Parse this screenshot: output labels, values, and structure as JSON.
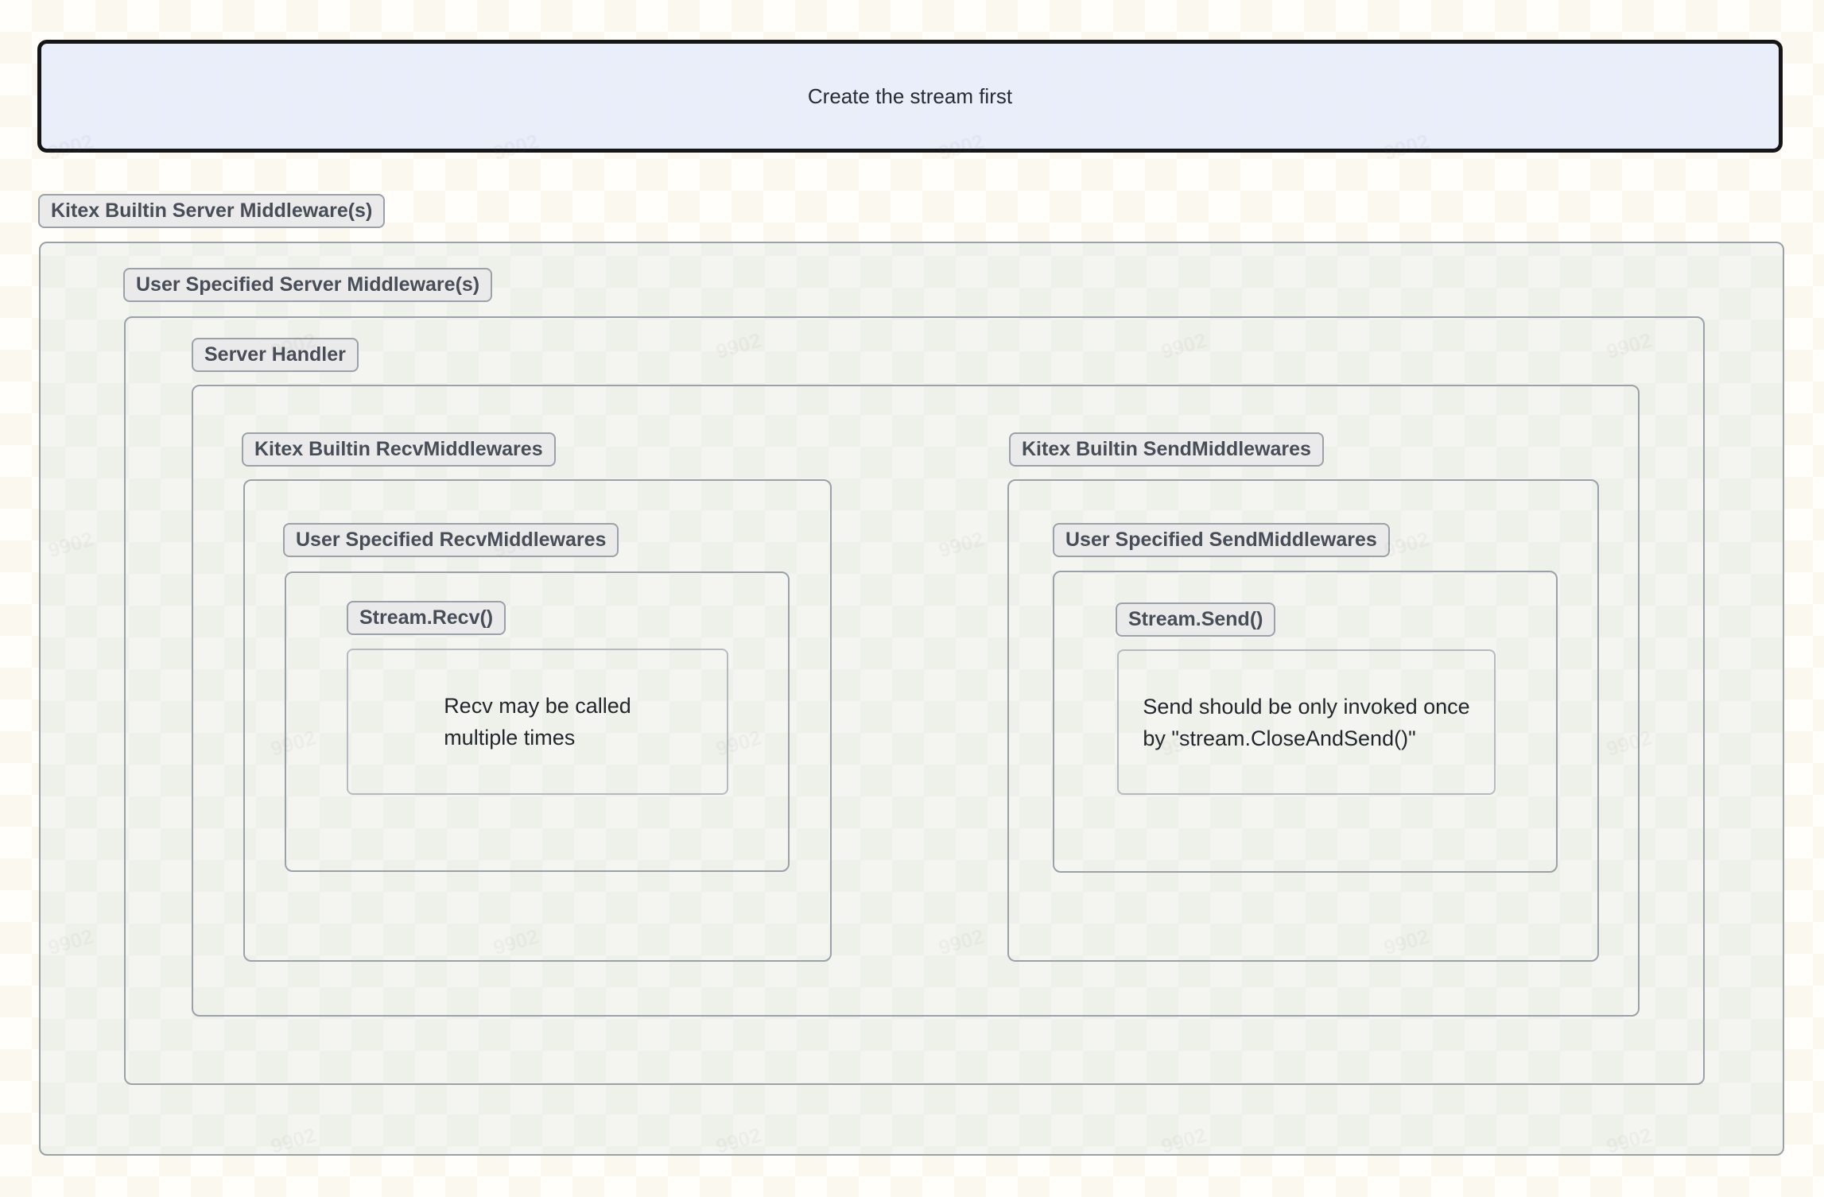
{
  "title_box": {
    "label": "Create the stream first"
  },
  "badges": {
    "kitex_server": "Kitex Builtin Server Middleware(s)",
    "user_server": "User Specified Server Middleware(s)",
    "server_handler": "Server Handler",
    "kitex_recv": "Kitex Builtin RecvMiddlewares",
    "user_recv": "User Specified RecvMiddlewares",
    "stream_recv": "Stream.Recv()",
    "kitex_send": "Kitex Builtin SendMiddlewares",
    "user_send": "User Specified SendMiddlewares",
    "stream_send": "Stream.Send()"
  },
  "notes": {
    "recv": "Recv may be called\nmultiple times",
    "send": "Send should be only invoked once\nby \"stream.CloseAndSend()\""
  },
  "watermark": {
    "text": "9902"
  },
  "colors": {
    "title_fill": "#e7edfa",
    "title_border": "#161616",
    "box_border": "#9aa1a9",
    "note_border": "#b5bac0",
    "badge_fill": "#e9e9e9",
    "badge_text": "#474e57",
    "page_bg": "#fffefb",
    "diagram_bg": "#f1f2ee"
  }
}
